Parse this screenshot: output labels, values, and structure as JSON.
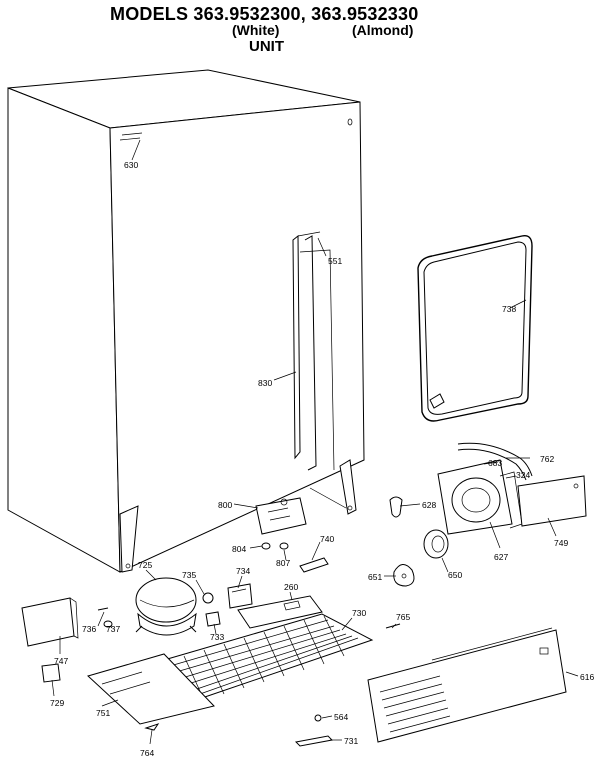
{
  "header": {
    "title": "MODELS 363.9532300, 363.9532330",
    "white": "(White)",
    "almond": "(Almond)",
    "subtitle": "UNIT"
  },
  "labels": {
    "p630": "630",
    "p551": "551",
    "p738": "738",
    "p830": "830",
    "p762": "762",
    "p683": "683",
    "p324": "324",
    "p800": "800",
    "p628": "628",
    "p749": "749",
    "p740": "740",
    "p804": "804",
    "p807": "807",
    "p627": "627",
    "p725": "725",
    "p735": "735",
    "p734": "734",
    "p260": "260",
    "p650": "650",
    "p651": "651",
    "p730": "730",
    "p765": "765",
    "p736": "736",
    "p737": "737",
    "p733": "733",
    "p747": "747",
    "p616": "616",
    "p729": "729",
    "p751": "751",
    "p564": "564",
    "p731": "731",
    "p764": "764"
  }
}
